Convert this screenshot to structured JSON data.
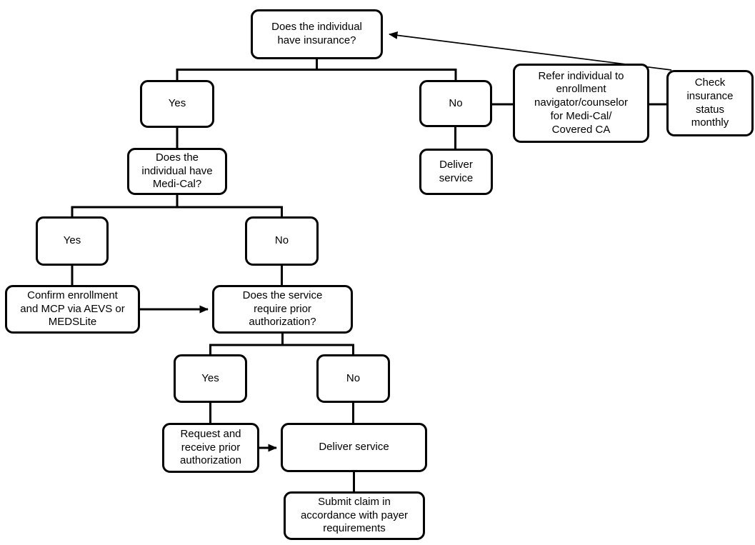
{
  "diagram": {
    "title": "Insurance and Medi-Cal service delivery decision flowchart",
    "colors": {
      "background": "#ffffff",
      "box_fill": "#ffffff",
      "box_border": "#000000",
      "connector": "#000000",
      "text": "#000000"
    },
    "nodes": {
      "q_insurance": {
        "label": "Does the individual\nhave insurance?"
      },
      "insurance_yes": {
        "label": "Yes"
      },
      "insurance_no": {
        "label": "No"
      },
      "refer_navigator": {
        "label": "Refer individual to\nenrollment\nnavigator/counselor\nfor Medi-Cal/\nCovered CA"
      },
      "check_monthly": {
        "label": "Check\ninsurance\nstatus\nmonthly"
      },
      "deliver_service_no_insurance": {
        "label": "Deliver\nservice"
      },
      "q_medical": {
        "label": "Does the\nindividual have\nMedi-Cal?"
      },
      "medical_yes": {
        "label": "Yes"
      },
      "medical_no": {
        "label": "No"
      },
      "confirm_enrollment": {
        "label": "Confirm enrollment\nand MCP via AEVS or\nMEDSLite"
      },
      "q_prior_auth": {
        "label": "Does the service\nrequire prior\nauthorization?"
      },
      "prior_auth_yes": {
        "label": "Yes"
      },
      "prior_auth_no": {
        "label": "No"
      },
      "request_auth": {
        "label": "Request and\nreceive prior\nauthorization"
      },
      "deliver_service_main": {
        "label": "Deliver service"
      },
      "submit_claim": {
        "label": "Submit claim in\naccordance with payer\nrequirements"
      }
    },
    "edges": [
      {
        "from": "q_insurance",
        "to": "insurance_yes",
        "arrowhead": false
      },
      {
        "from": "q_insurance",
        "to": "insurance_no",
        "arrowhead": false
      },
      {
        "from": "insurance_no",
        "to": "refer_navigator",
        "arrowhead": false
      },
      {
        "from": "refer_navigator",
        "to": "check_monthly",
        "arrowhead": false
      },
      {
        "from": "check_monthly",
        "to": "q_insurance",
        "arrowhead": true
      },
      {
        "from": "insurance_no",
        "to": "deliver_service_no_insurance",
        "arrowhead": false
      },
      {
        "from": "insurance_yes",
        "to": "q_medical",
        "arrowhead": false
      },
      {
        "from": "q_medical",
        "to": "medical_yes",
        "arrowhead": false
      },
      {
        "from": "q_medical",
        "to": "medical_no",
        "arrowhead": false
      },
      {
        "from": "medical_yes",
        "to": "confirm_enrollment",
        "arrowhead": false
      },
      {
        "from": "medical_no",
        "to": "q_prior_auth",
        "arrowhead": false
      },
      {
        "from": "confirm_enrollment",
        "to": "q_prior_auth",
        "arrowhead": true
      },
      {
        "from": "q_prior_auth",
        "to": "prior_auth_yes",
        "arrowhead": false
      },
      {
        "from": "q_prior_auth",
        "to": "prior_auth_no",
        "arrowhead": false
      },
      {
        "from": "prior_auth_yes",
        "to": "request_auth",
        "arrowhead": false
      },
      {
        "from": "prior_auth_no",
        "to": "deliver_service_main",
        "arrowhead": false
      },
      {
        "from": "request_auth",
        "to": "deliver_service_main",
        "arrowhead": true
      },
      {
        "from": "deliver_service_main",
        "to": "submit_claim",
        "arrowhead": false
      }
    ]
  }
}
